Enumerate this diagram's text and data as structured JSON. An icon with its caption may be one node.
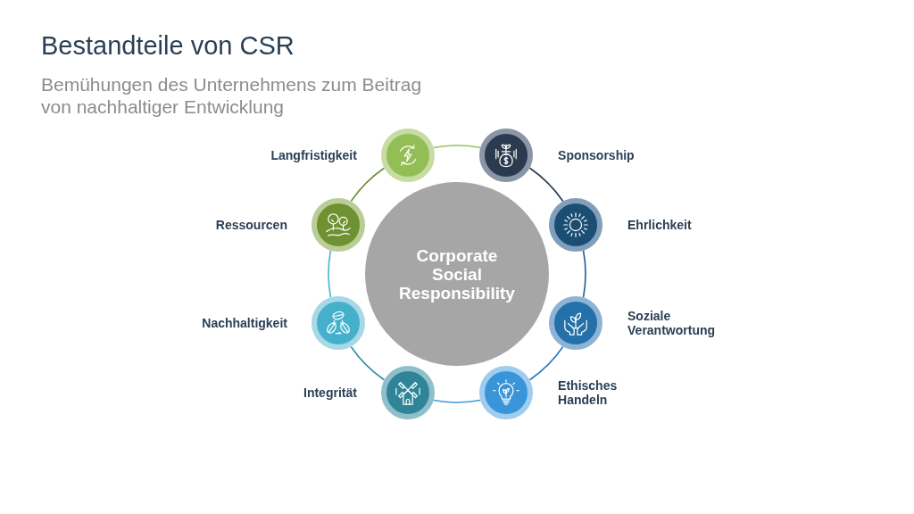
{
  "diagram": {
    "title": "Bestandteile von CSR",
    "nodes": [
      {
        "text": [
          "Corporate Social Responsibility"
        ]
      },
      {
        "text": [],
        "shape": "circle",
        "beside": [
          "Langfristigkeit"
        ]
      },
      {
        "text": [],
        "shape": "circle",
        "beside": [
          "Sponsorship"
        ]
      },
      {
        "text": [],
        "shape": "circle",
        "beside": [
          "Ehrlichkeit"
        ]
      },
      {
        "text": [],
        "shape": "circle",
        "beside": [
          "Soziale Verantwortung"
        ]
      },
      {
        "text": [],
        "shape": "circle",
        "beside": [
          "Ethisches Handeln"
        ]
      },
      {
        "text": [],
        "shape": "circle",
        "beside": [
          "Integrität"
        ]
      },
      {
        "text": [],
        "shape": "circle",
        "beside": [
          "Nachhaltigkeit"
        ]
      },
      {
        "text": [],
        "shape": "circle",
        "beside": [
          "Ressourcen"
        ]
      }
    ],
    "edges": [
      {
        "from": 1,
        "to": 2,
        "arrow": "none",
        "color": "#9cc35a"
      },
      {
        "from": 2,
        "to": 3,
        "arrow": "none",
        "color": "#2b3a4e"
      },
      {
        "from": 3,
        "to": 4,
        "arrow": "none",
        "color": "#1f5b8c"
      },
      {
        "from": 4,
        "to": 5,
        "arrow": "none",
        "color": "#2878b8"
      },
      {
        "from": 5,
        "to": 6,
        "arrow": "none",
        "color": "#3a9ad8"
      },
      {
        "from": 6,
        "to": 7,
        "arrow": "none",
        "color": "#2f8fa5"
      },
      {
        "from": 7,
        "to": 8,
        "arrow": "none",
        "color": "#45b4d0"
      },
      {
        "from": 8,
        "to": 1,
        "arrow": "none",
        "color": "#6e9132"
      }
    ],
    "labels": [
      "Bemühungen des Unternehmens zum Beitrag von nachhaltiger Entwicklung"
    ]
  }
}
